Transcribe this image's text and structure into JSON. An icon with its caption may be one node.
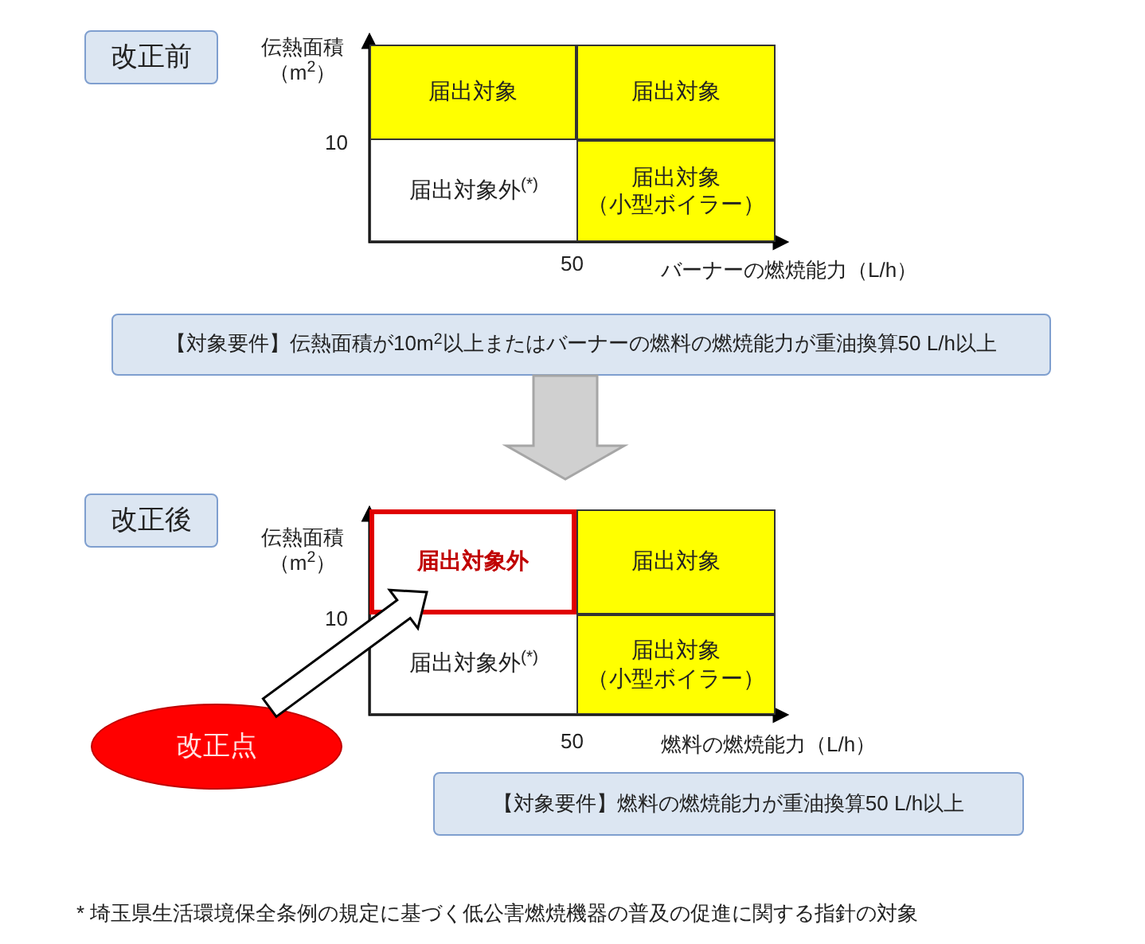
{
  "diagram": {
    "nodes": [
      {
        "text": [
          "改正前"
        ]
      },
      {
        "text": [
          "届出対象"
        ]
      },
      {
        "text": [
          "届出対象"
        ]
      },
      {
        "text": [
          "届出対象外$^{(*)}$"
        ]
      },
      {
        "text": [
          "届出対象（小型ボイラー）"
        ]
      },
      {
        "text": [
          "【対象要件】伝熱面積が10m$^{2}$以上またはバーナーの燃料の燃焼能力が重油換算50 L/h以上"
        ]
      },
      {
        "text": [
          "改正後"
        ]
      },
      {
        "text": [
          "届出対象外"
        ]
      },
      {
        "text": [
          "届出対象"
        ]
      },
      {
        "text": [
          "届出対象外$^{(*)}$"
        ]
      },
      {
        "text": [
          "届出対象（小型ボイラー）"
        ]
      },
      {
        "text": [
          "【対象要件】燃料の燃焼能力が重油換算50 L/h以上"
        ]
      },
      {
        "text": [
          "改正点"
        ]
      }
    ],
    "edges": [
      {
        "from": 5,
        "to": null,
        "arrow": "to",
        "style": "thick"
      },
      {
        "from": 12,
        "to": 7,
        "arrow": "to",
        "style": "thick"
      }
    ],
    "labels": [
      "伝熱面積（m$^{2}$）",
      "10",
      "50",
      "バーナーの燃焼能力（L/h）",
      "伝熱面積（m$^{2}$）",
      "10",
      "50",
      "燃料の燃焼能力（L/h）",
      "* 埼玉県生活環境保全条例の規定に基づく低公害燃焼機器の普及の促進に関する指針の対象"
    ]
  }
}
